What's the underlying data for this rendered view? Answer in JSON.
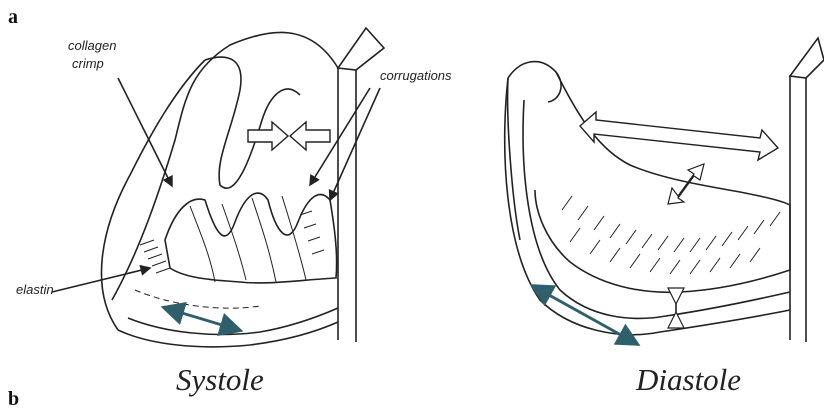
{
  "panel_labels": {
    "a": "a",
    "b": "b"
  },
  "systole": {
    "caption": "Systole",
    "labels": {
      "collagen_crimp_line1": "collagen",
      "collagen_crimp_line2": "crimp",
      "corrugations": "corrugations",
      "elastin": "elastin"
    }
  },
  "diastole": {
    "caption": "Diastole"
  },
  "colors": {
    "ink": "#222222",
    "teal_arrow": "#2e5f6a",
    "paper": "#ffffff"
  }
}
